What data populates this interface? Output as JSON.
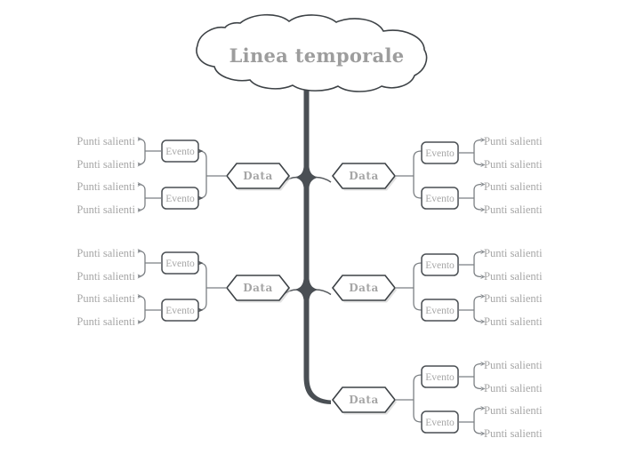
{
  "diagram": {
    "type": "timeline-mindmap",
    "title": "Linea temporale",
    "root_shape": "cloud",
    "background_color": "#ffffff",
    "outline_color": "#3d4246",
    "text_color": "#a6a6a6",
    "trunk_color": "#4a4f54",
    "labels": {
      "date": "Data",
      "event": "Evento",
      "highlight": "Punti salienti"
    },
    "branches": [
      {
        "id": "branch-left-1",
        "side": "left",
        "date_label": "Data",
        "events": [
          {
            "id": "event-left-1-1",
            "label": "Evento",
            "highlights": [
              "Punti salienti",
              "Punti salienti"
            ]
          },
          {
            "id": "event-left-1-2",
            "label": "Evento",
            "highlights": [
              "Punti salienti",
              "Punti salienti"
            ]
          }
        ]
      },
      {
        "id": "branch-left-2",
        "side": "left",
        "date_label": "Data",
        "events": [
          {
            "id": "event-left-2-1",
            "label": "Evento",
            "highlights": [
              "Punti salienti",
              "Punti salienti"
            ]
          },
          {
            "id": "event-left-2-2",
            "label": "Evento",
            "highlights": [
              "Punti salienti",
              "Punti salienti"
            ]
          }
        ]
      },
      {
        "id": "branch-right-1",
        "side": "right",
        "date_label": "Data",
        "events": [
          {
            "id": "event-right-1-1",
            "label": "Evento",
            "highlights": [
              "Punti salienti",
              "Punti salienti"
            ]
          },
          {
            "id": "event-right-1-2",
            "label": "Evento",
            "highlights": [
              "Punti salienti",
              "Punti salienti"
            ]
          }
        ]
      },
      {
        "id": "branch-right-2",
        "side": "right",
        "date_label": "Data",
        "events": [
          {
            "id": "event-right-2-1",
            "label": "Evento",
            "highlights": [
              "Punti salienti",
              "Punti salienti"
            ]
          },
          {
            "id": "event-right-2-2",
            "label": "Evento",
            "highlights": [
              "Punti salienti",
              "Punti salienti"
            ]
          }
        ]
      },
      {
        "id": "branch-right-3",
        "side": "right",
        "date_label": "Data",
        "events": [
          {
            "id": "event-right-3-1",
            "label": "Evento",
            "highlights": [
              "Punti salienti",
              "Punti salienti"
            ]
          },
          {
            "id": "event-right-3-2",
            "label": "Evento",
            "highlights": [
              "Punti salienti",
              "Punti salienti"
            ]
          }
        ]
      }
    ]
  }
}
